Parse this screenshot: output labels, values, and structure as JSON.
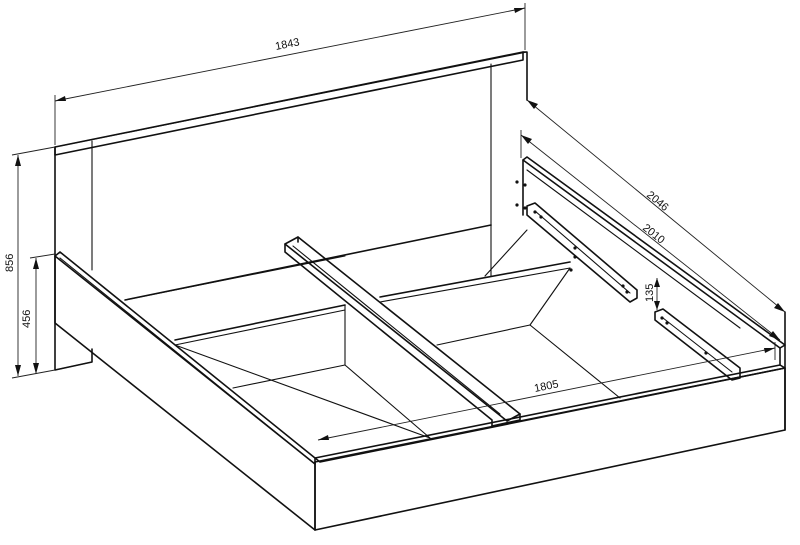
{
  "diagram": {
    "dimensions": {
      "headboard_width": "1843",
      "headboard_height": "856",
      "side_height": "456",
      "outer_length": "2046",
      "inner_length": "2010",
      "rail_height": "135",
      "inner_width": "1805"
    },
    "colors": {
      "line": "#111111",
      "background": "#ffffff"
    }
  }
}
